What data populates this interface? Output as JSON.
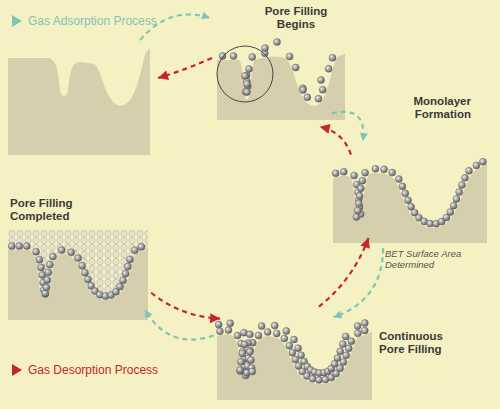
{
  "diagram": {
    "nodes": [
      {
        "text": [
          "Pore Filling Begins"
        ]
      },
      {
        "text": [
          "Monolayer Formation",
          "BET Surface Area Determined"
        ]
      },
      {
        "text": [
          "Pore Filling Completed"
        ]
      },
      {
        "text": [
          "Continuous Pore Filling"
        ]
      }
    ],
    "edges": [
      {
        "from": 0,
        "to": 1,
        "arrow": "to"
      },
      {
        "from": 1,
        "to": 0,
        "arrow": "to"
      },
      {
        "from": 1,
        "to": 3,
        "arrow": "to"
      },
      {
        "from": 3,
        "to": 1,
        "arrow": "to"
      },
      {
        "from": 3,
        "to": 2,
        "arrow": "to"
      },
      {
        "from": 2,
        "to": 3,
        "arrow": "to"
      }
    ],
    "legend": [
      {
        "text": "Gas Adsorption Process",
        "color": "#7fc4b8"
      },
      {
        "text": "Gas Desorption Process",
        "color": "#c4262c"
      }
    ]
  }
}
